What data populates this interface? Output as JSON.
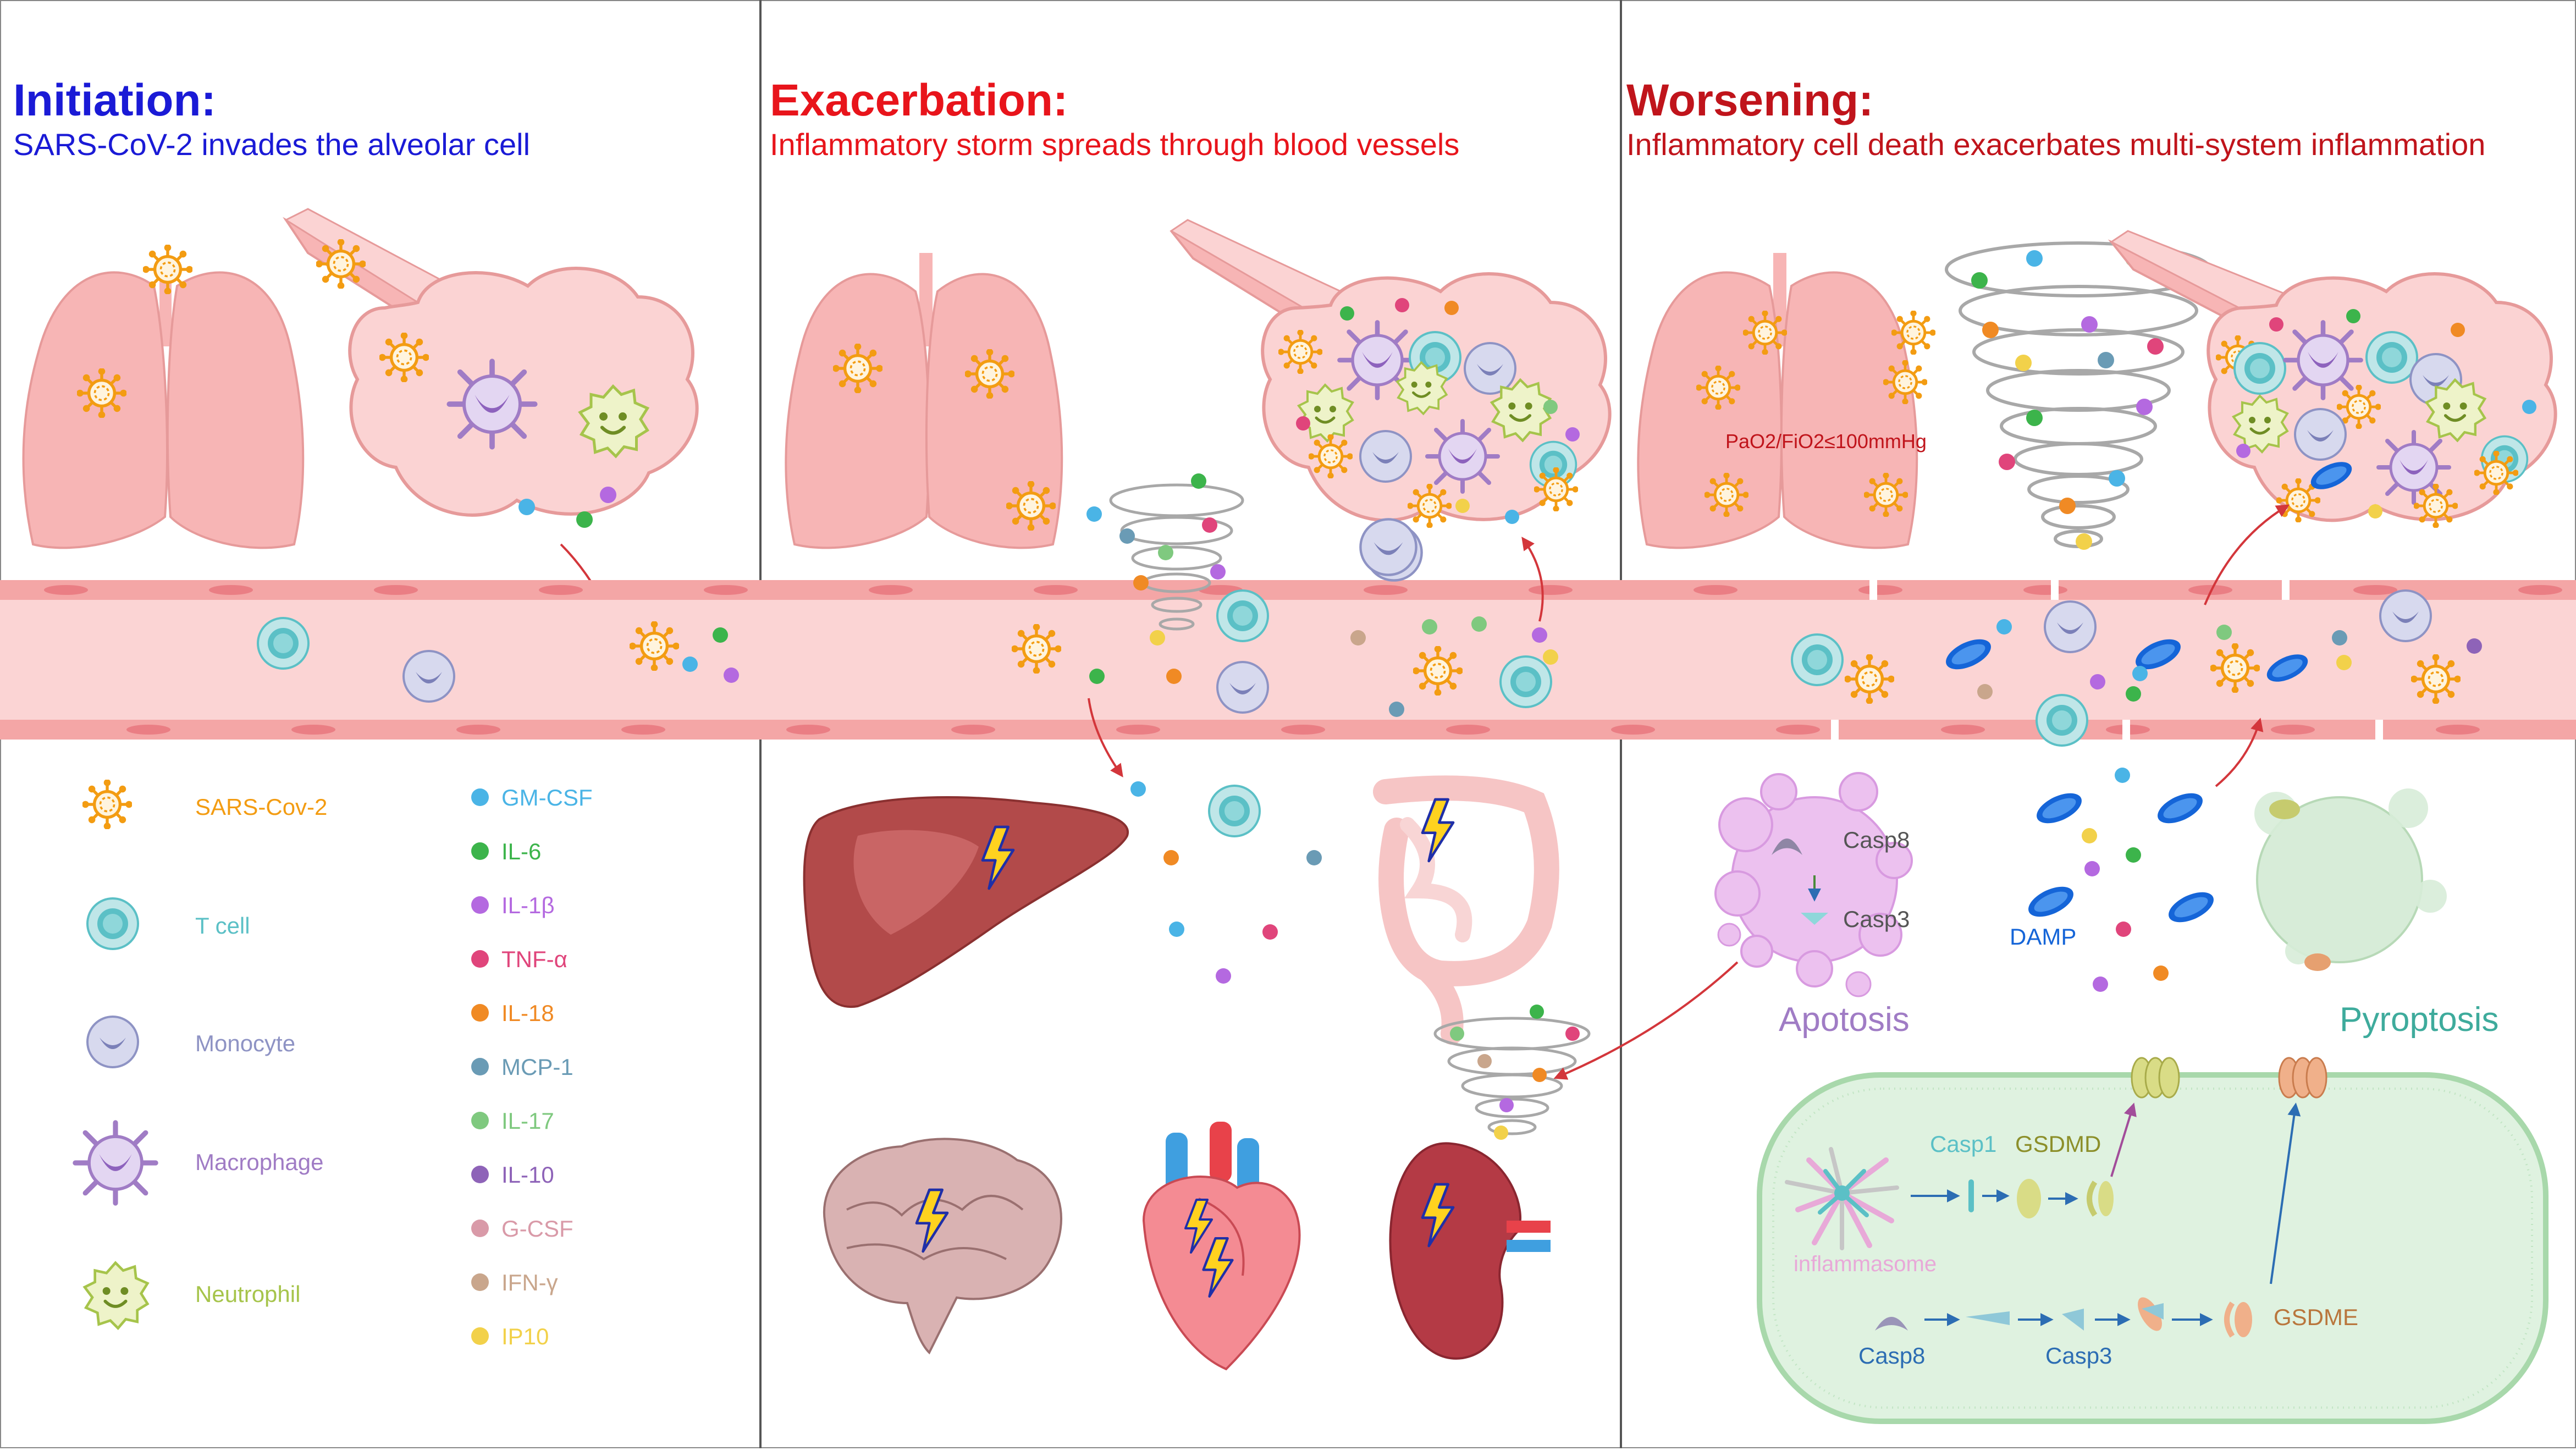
{
  "panels": {
    "initiation": {
      "heading": "Initiation:",
      "subtitle": "SARS-CoV-2 invades the alveolar cell"
    },
    "exacerbation": {
      "heading": "Exacerbation:",
      "subtitle": "Inflammatory storm spreads through blood vessels"
    },
    "worsening": {
      "heading": "Worsening:",
      "subtitle": "Inflammatory cell death exacerbates multi-system inflammation"
    }
  },
  "legend": {
    "cells": [
      {
        "label": "SARS-Cov-2",
        "icon": "virus-icon",
        "color": "#f39c12"
      },
      {
        "label": "T cell",
        "icon": "t-cell-icon",
        "color": "#5bc0c6"
      },
      {
        "label": "Monocyte",
        "icon": "monocyte-icon",
        "color": "#8e93c4"
      },
      {
        "label": "Macrophage",
        "icon": "macrophage-icon",
        "color": "#a07cc5"
      },
      {
        "label": "Neutrophil",
        "icon": "neutrophil-icon",
        "color": "#a6c44b"
      }
    ],
    "cytokines": [
      {
        "label": "GM-CSF",
        "color": "#4ab4e6"
      },
      {
        "label": "IL-6",
        "color": "#3cb44b"
      },
      {
        "label": "IL-1β",
        "color": "#b469e0"
      },
      {
        "label": "TNF-α",
        "color": "#e0457b"
      },
      {
        "label": "IL-18",
        "color": "#f08a24"
      },
      {
        "label": "MCP-1",
        "color": "#6a9bb5"
      },
      {
        "label": "IL-17",
        "color": "#7fc97f"
      },
      {
        "label": "IL-10",
        "color": "#8e63b8"
      },
      {
        "label": "G-CSF",
        "color": "#d99aa8"
      },
      {
        "label": "IFN-γ",
        "color": "#c9a68c"
      },
      {
        "label": "IP10",
        "color": "#f2d14a"
      }
    ]
  },
  "annotations": {
    "ratio": "PaO2/FiO2≤100mmHg",
    "damp": "DAMP",
    "apoptosis": "Apotosis",
    "pyroptosis": "Pyroptosis",
    "casp8_cell": "Casp8",
    "casp3_cell": "Casp3",
    "casp1": "Casp1",
    "gsdmd": "GSDMD",
    "inflammasome": "inflammasome",
    "casp8_path": "Casp8",
    "casp3_path": "Casp3",
    "gsdme": "GSDME"
  },
  "colors": {
    "initiation": "#1a1ad6",
    "exacerbation": "#e8141b",
    "worsening": "#c0141b",
    "vessel": "#f9c9c9",
    "divider": "#555555"
  }
}
